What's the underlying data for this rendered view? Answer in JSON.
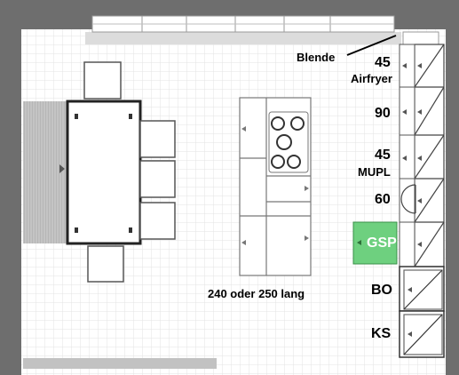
{
  "labels": {
    "blende": "Blende",
    "airfryer_width": "45",
    "airfryer": "Airfryer",
    "cabinet_90": "90",
    "mupl_width": "45",
    "mupl": "MUPL",
    "cabinet_60": "60",
    "gsp": "GSP",
    "bo": "BO",
    "ks": "KS",
    "island_note": "240 oder 250 lang"
  },
  "colors": {
    "wall": "#6e6e6e",
    "floor": "#ffffff",
    "grid": "#e3e3e3",
    "line": "#333333",
    "gsp_fill": "#6ed07f",
    "rug": "#bdbdbd"
  },
  "icons": [
    "door-arrow-icon",
    "cooktop-burner-icon",
    "appliance-diagonal-icon"
  ]
}
